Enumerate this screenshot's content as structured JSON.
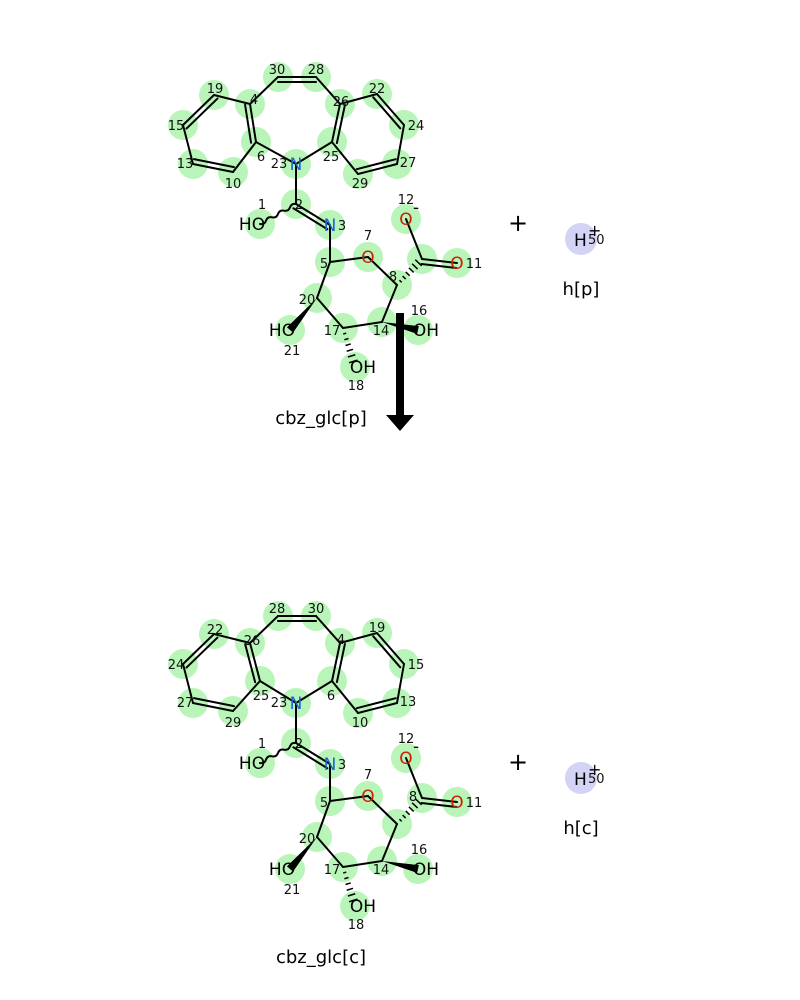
{
  "reaction": {
    "top": {
      "molecule_label": "cbz_glc[p]",
      "proton_label": "h[p]",
      "plus": "+"
    },
    "bottom": {
      "molecule_label": "cbz_glc[c]",
      "proton_label": "h[c]",
      "plus": "+"
    }
  },
  "atom_symbols": {
    "O": "O",
    "N": "N",
    "H": "H",
    "OH": "OH",
    "HO": "HO",
    "minus": "-",
    "plus_charge": "+"
  },
  "atom_indices": [
    "1",
    "2",
    "3",
    "4",
    "5",
    "6",
    "7",
    "8",
    "10",
    "11",
    "12",
    "13",
    "14",
    "15",
    "16",
    "17",
    "18",
    "19",
    "20",
    "21",
    "22",
    "23",
    "24",
    "25",
    "26",
    "27",
    "28",
    "29",
    "30",
    "50"
  ],
  "colors": {
    "highlight": "#b9f5b9",
    "proton_highlight": "#d3d3f5",
    "oxygen": "#cc2200",
    "nitrogen": "#1a66cc",
    "bond": "#000000"
  }
}
